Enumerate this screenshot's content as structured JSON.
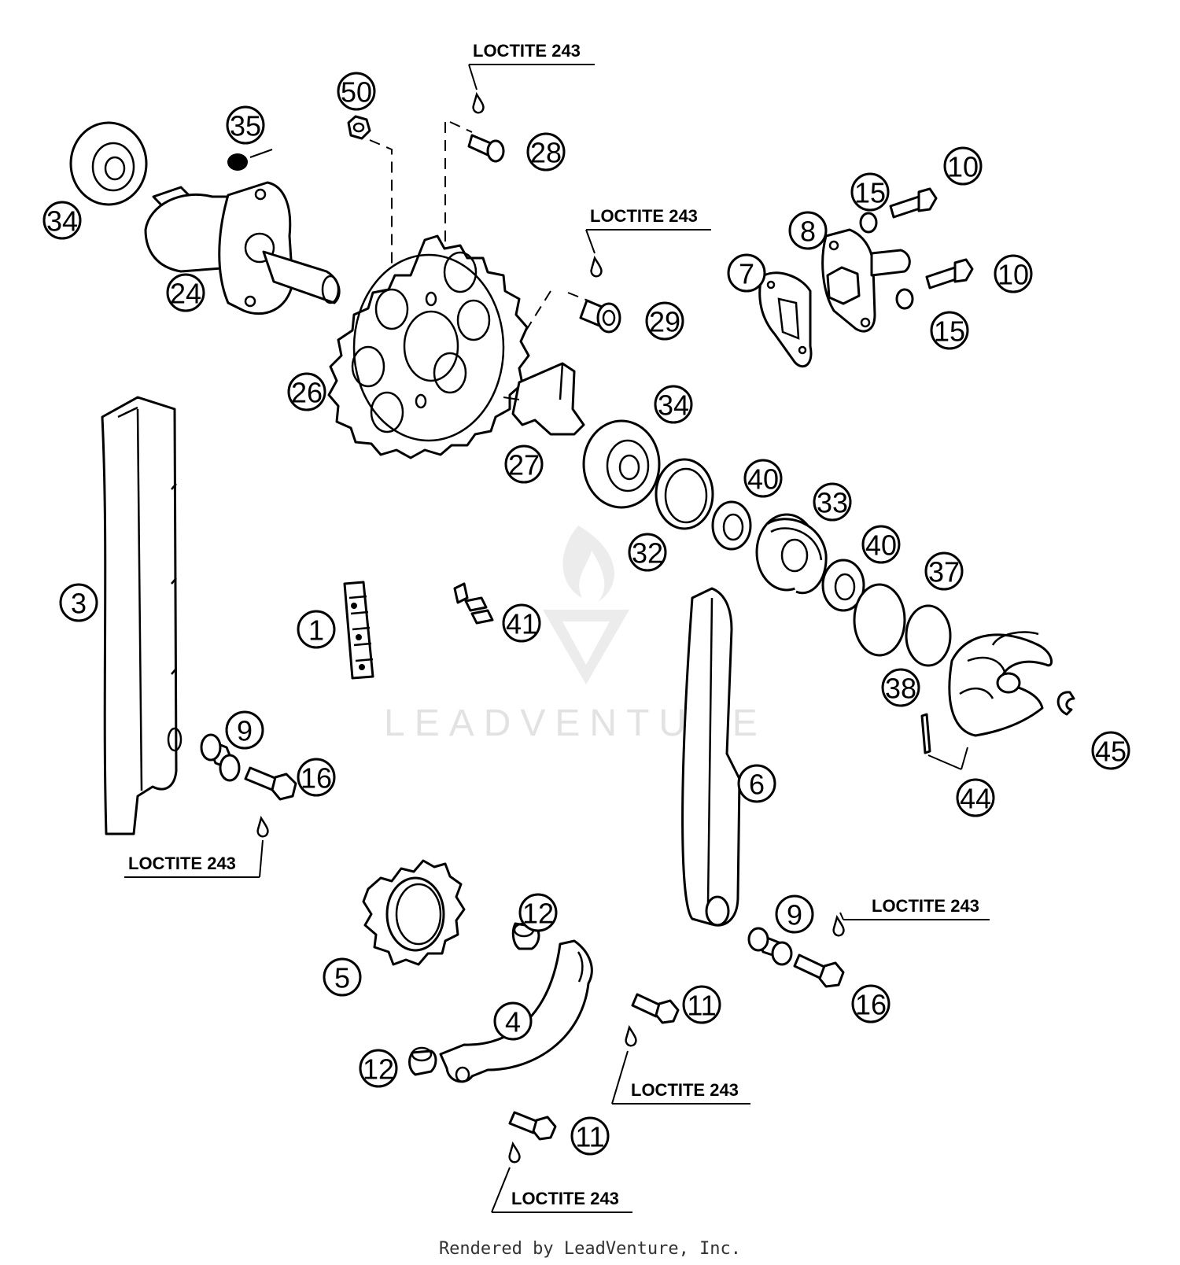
{
  "callouts": [
    {
      "label": "50"
    },
    {
      "label": "35"
    },
    {
      "label": "28"
    },
    {
      "label": "34"
    },
    {
      "label": "24"
    },
    {
      "label": "10"
    },
    {
      "label": "15"
    },
    {
      "label": "8"
    },
    {
      "label": "7"
    },
    {
      "label": "10"
    },
    {
      "label": "15"
    },
    {
      "label": "29"
    },
    {
      "label": "26"
    },
    {
      "label": "34"
    },
    {
      "label": "27"
    },
    {
      "label": "40"
    },
    {
      "label": "33"
    },
    {
      "label": "32"
    },
    {
      "label": "40"
    },
    {
      "label": "37"
    },
    {
      "label": "3"
    },
    {
      "label": "41"
    },
    {
      "label": "1"
    },
    {
      "label": "38"
    },
    {
      "label": "6"
    },
    {
      "label": "9"
    },
    {
      "label": "16"
    },
    {
      "label": "45"
    },
    {
      "label": "44"
    },
    {
      "label": "12"
    },
    {
      "label": "9"
    },
    {
      "label": "5"
    },
    {
      "label": "16"
    },
    {
      "label": "4"
    },
    {
      "label": "11"
    },
    {
      "label": "12"
    },
    {
      "label": "11"
    }
  ],
  "loctite_labels": [
    "LOCTITE 243",
    "LOCTITE 243",
    "LOCTITE 243",
    "LOCTITE 243",
    "LOCTITE 243",
    "LOCTITE 243"
  ],
  "watermark": "LEADVENTURE",
  "footer": "Rendered by LeadVenture, Inc."
}
